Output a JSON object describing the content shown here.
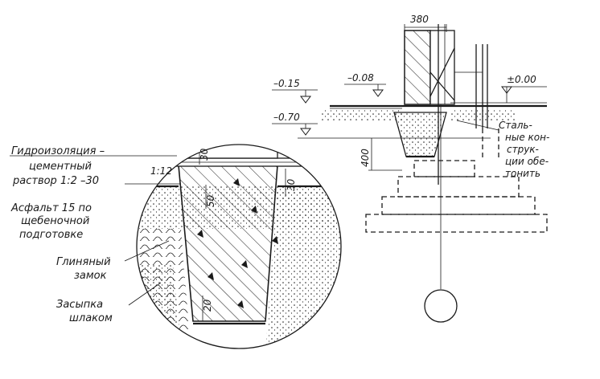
{
  "labels": {
    "waterproofing_line1": "Гидроизоляция –",
    "waterproofing_line2": "цементный",
    "waterproofing_line3": "раствор 1:2 –30",
    "asphalt_line1": "Асфальт 15 по",
    "asphalt_line2": "щебеночной",
    "asphalt_line3": "подготовке",
    "clay_line1": "Глиняный",
    "clay_line2": "замок",
    "fill_line1": "Засыпка",
    "fill_line2": "шлаком",
    "steel_line1": "Сталь-",
    "steel_line2": "ные кон-",
    "steel_line3": "струк-",
    "steel_line4": "ции обе-",
    "steel_line5": "тонить"
  },
  "dimensions": {
    "wall_width": "380",
    "level_zero": "±0.00",
    "level_a": "–0.15",
    "level_b": "–0.08",
    "level_c": "–0.70",
    "depth": "400",
    "top_thickness": "30",
    "slope": "1:12",
    "mid_thickness": "50",
    "side_thickness": "30",
    "bottom_thickness": "20"
  },
  "colors": {
    "ink": "#1a1a1a",
    "paper": "#ffffff"
  }
}
